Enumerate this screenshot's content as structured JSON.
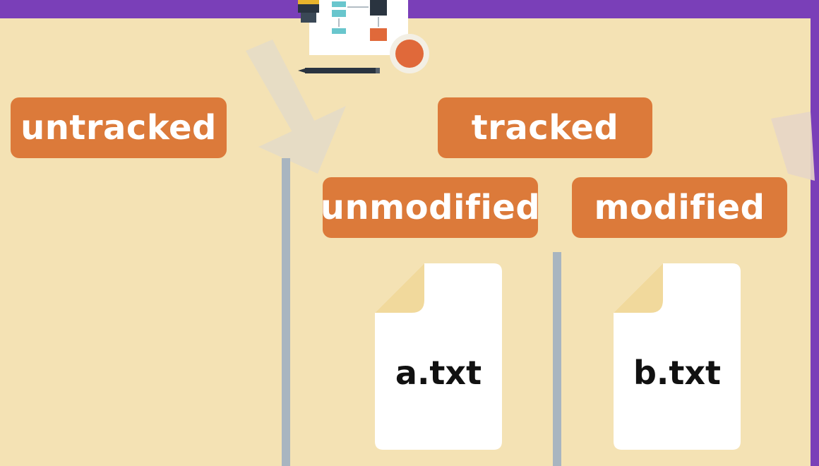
{
  "diagram": {
    "labels": {
      "untracked": "untracked",
      "tracked": "tracked",
      "unmodified": "unmodified",
      "modified": "modified"
    },
    "files": [
      {
        "name": "a.txt",
        "group": "unmodified"
      },
      {
        "name": "b.txt",
        "group": "modified"
      }
    ]
  },
  "colors": {
    "background": "#f4e2b4",
    "frame": "#7a3fb8",
    "label": "#dc7a3a",
    "label_text": "#ffffff",
    "divider": "#a8b5c0",
    "file": "#ffffff",
    "file_border": "#f1d99c"
  }
}
